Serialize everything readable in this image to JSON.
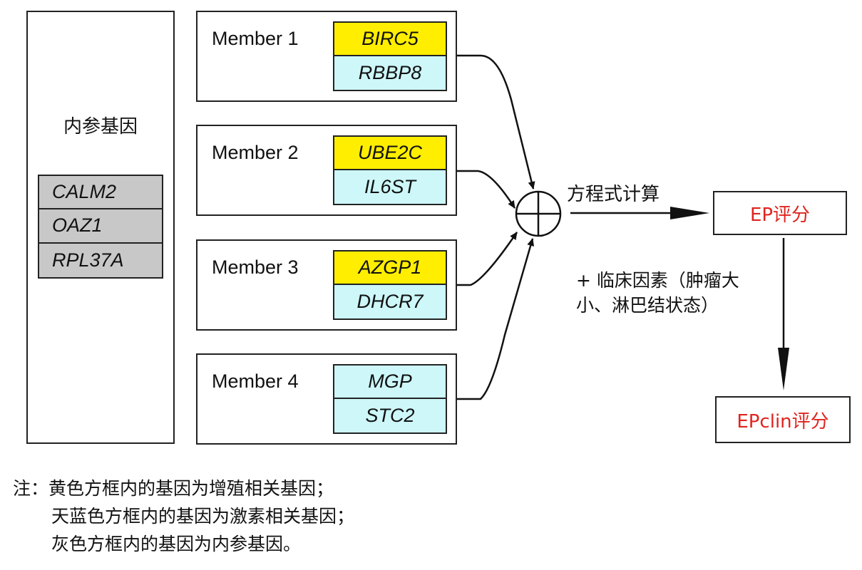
{
  "reference_panel": {
    "title": "内参基因",
    "genes": [
      "CALM2",
      "OAZ1",
      "RPL37A"
    ]
  },
  "members": [
    {
      "label": "Member 1",
      "genes": [
        {
          "name": "BIRC5",
          "color": "#ffee00"
        },
        {
          "name": "RBBP8",
          "color": "#cdf7f9"
        }
      ]
    },
    {
      "label": "Member 2",
      "genes": [
        {
          "name": "UBE2C",
          "color": "#ffee00"
        },
        {
          "name": "IL6ST",
          "color": "#cdf7f9"
        }
      ]
    },
    {
      "label": "Member 3",
      "genes": [
        {
          "name": "AZGP1",
          "color": "#ffee00"
        },
        {
          "name": "DHCR7",
          "color": "#cdf7f9"
        }
      ]
    },
    {
      "label": "Member 4",
      "genes": [
        {
          "name": "MGP",
          "color": "#cdf7f9"
        },
        {
          "name": "STC2",
          "color": "#cdf7f9"
        }
      ]
    }
  ],
  "calc_label": "方程式计算",
  "ep_score": "EP评分",
  "clinical_label": [
    "+ 临床因素（肿瘤大",
    "小、淋巴结状态）"
  ],
  "epclin_score": "EPclin评分",
  "notes": [
    "注：黄色方框内的基因为增殖相关基因；",
    "天蓝色方框内的基因为激素相关基因；",
    "灰色方框内的基因为内参基因。"
  ],
  "colors": {
    "proliferation": "#ffee00",
    "hormone": "#cdf7f9",
    "reference": "#c8c8c8",
    "score_text": "#e0241e"
  }
}
